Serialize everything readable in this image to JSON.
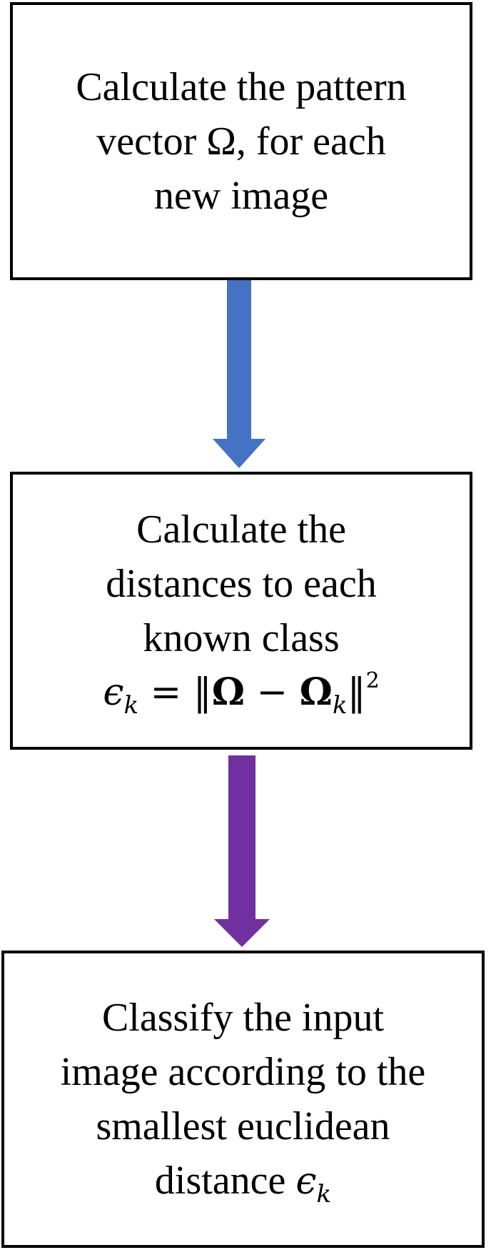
{
  "colors": {
    "arrow1": "#4472C4",
    "arrow2": "#7030A0",
    "border": "#000000"
  },
  "steps": [
    {
      "lines": [
        "Calculate the pattern",
        "vector Ω, for each",
        "new image"
      ]
    },
    {
      "lines": [
        "Calculate the",
        "distances to each",
        "known class"
      ],
      "formula": {
        "eps": "ϵ",
        "k": "k",
        "eq": "=",
        "norm_open": "‖",
        "omega": "Ω",
        "minus": "−",
        "omega_k": "Ω",
        "k2": "k",
        "norm_close": "‖",
        "power": "2"
      }
    },
    {
      "lines": [
        "Classify the input",
        "image according to the",
        "smallest euclidean",
        "distance"
      ],
      "symbol": {
        "eps": "ϵ",
        "k": "k"
      }
    }
  ]
}
